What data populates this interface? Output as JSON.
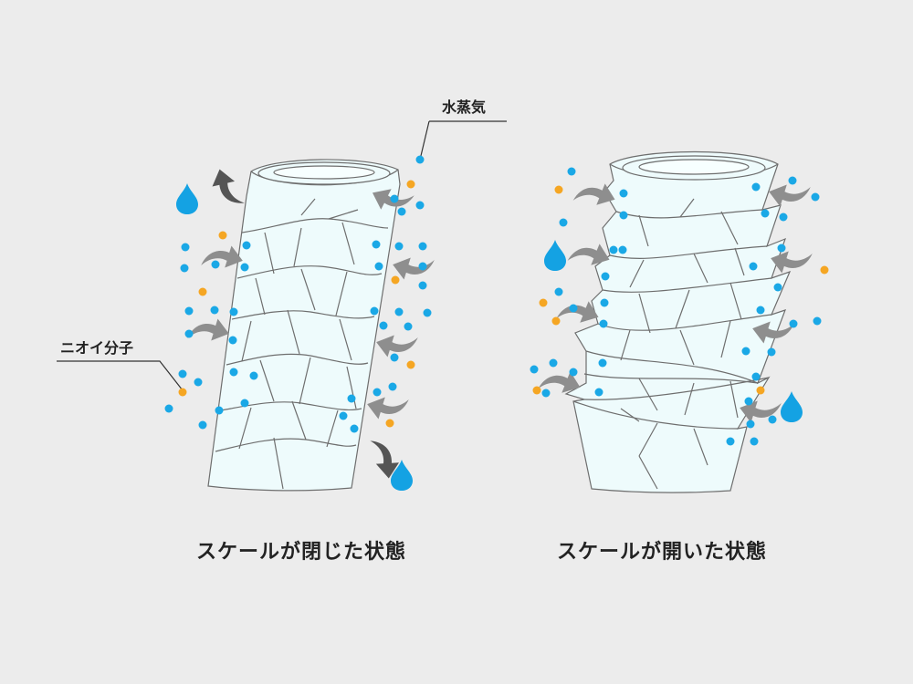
{
  "labels": {
    "water_vapor": "水蒸気",
    "odor_molecule": "ニオイ分子"
  },
  "captions": {
    "closed": "スケールが閉じた状態",
    "open": "スケールが開いた状態"
  },
  "colors": {
    "background": "#ececec",
    "hair_fill": "#eefbfc",
    "hair_line": "#6e6e6e",
    "vapor": "#1aa8e6",
    "odor": "#f5a623",
    "arrow_in": "#8e8e8e",
    "arrow_out": "#555555",
    "droplet": "#14a2e3"
  },
  "icons": {
    "arrow_in": "curved-arrow-icon",
    "arrow_out": "curved-arrow-icon",
    "droplet": "water-droplet-icon",
    "vapor": "dot",
    "odor": "dot"
  }
}
